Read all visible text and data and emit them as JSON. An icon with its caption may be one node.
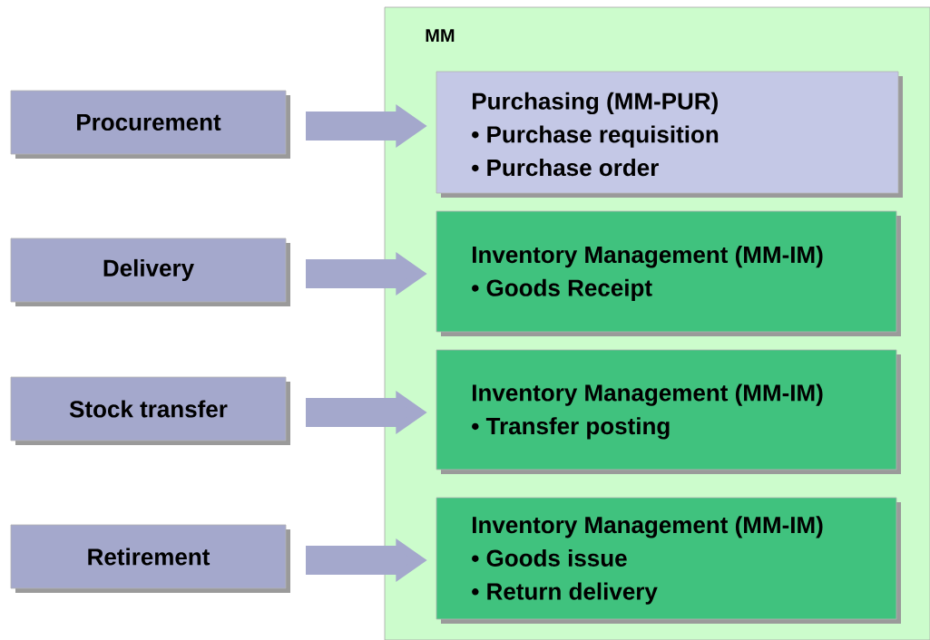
{
  "diagram": {
    "nodes": [
      {
        "text": [
          "Procurement"
        ]
      },
      {
        "text": [
          "Delivery"
        ]
      },
      {
        "text": [
          "Stock transfer"
        ]
      },
      {
        "text": [
          "Retirement"
        ]
      },
      {
        "text": [
          "MM"
        ]
      },
      {
        "text": [
          "Purchasing (MM-PUR)",
          "• Purchase requisition",
          "• Purchase order"
        ],
        "in": 4
      },
      {
        "text": [
          "Inventory Management (MM-IM)",
          "• Goods Receipt"
        ],
        "in": 4
      },
      {
        "text": [
          "Inventory Management (MM-IM)",
          "• Transfer posting"
        ],
        "in": 4
      },
      {
        "text": [
          "Inventory Management (MM-IM)",
          "• Goods issue",
          "• Return delivery"
        ],
        "in": 4
      }
    ],
    "edges": [
      {
        "from": 0,
        "to": 5,
        "arrow": "to"
      },
      {
        "from": 1,
        "to": 6,
        "arrow": "to"
      },
      {
        "from": 2,
        "to": 7,
        "arrow": "to"
      },
      {
        "from": 3,
        "to": 8,
        "arrow": "to"
      }
    ]
  }
}
